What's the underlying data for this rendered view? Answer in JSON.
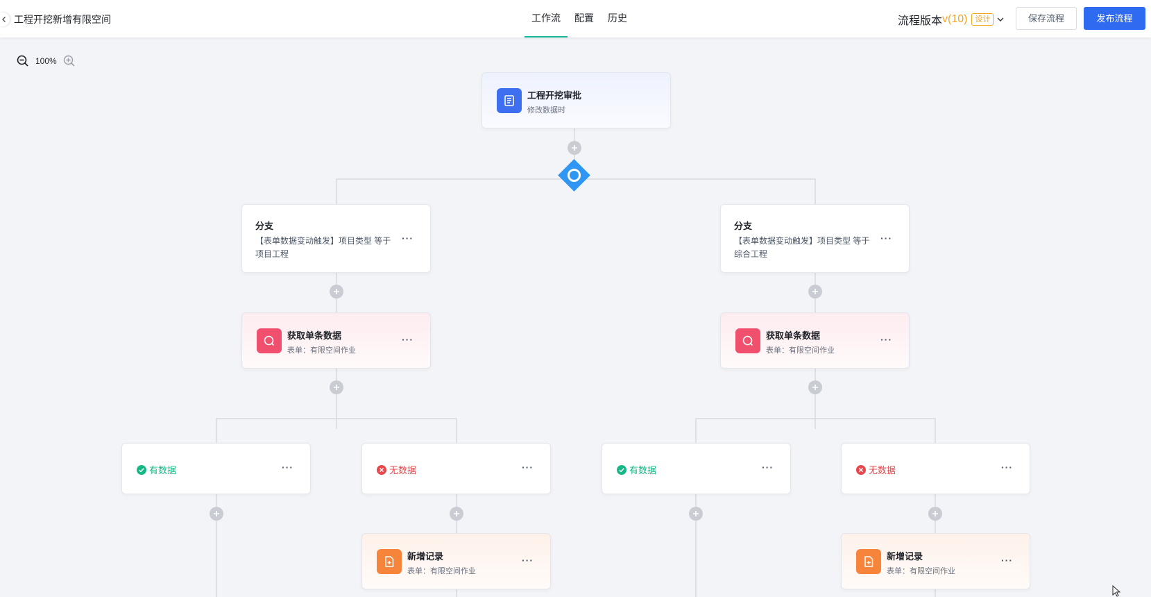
{
  "header": {
    "title": "工程开挖新增有限空间",
    "tabs": [
      {
        "label": "工作流",
        "active": true
      },
      {
        "label": "配置",
        "active": false
      },
      {
        "label": "历史",
        "active": false
      }
    ],
    "version_label": "流程版本",
    "version_number": "v(10)",
    "version_badge": "设计",
    "save_label": "保存流程",
    "publish_label": "发布流程"
  },
  "zoom": {
    "level": "100%"
  },
  "trigger": {
    "title": "工程开挖审批",
    "subtitle": "修改数据时"
  },
  "branches": [
    {
      "title": "分支",
      "condition": "【表单数据变动触发】项目类型   等于   项目工程",
      "fetch": {
        "title": "获取单条数据",
        "subtitle": "表单：有限空间作业"
      },
      "has_data": "有数据",
      "no_data": "无数据",
      "add": {
        "title": "新增记录",
        "subtitle": "表单：有限空间作业"
      }
    },
    {
      "title": "分支",
      "condition": "【表单数据变动触发】项目类型   等于   综合工程",
      "fetch": {
        "title": "获取单条数据",
        "subtitle": "表单：有限空间作业"
      },
      "has_data": "有数据",
      "no_data": "无数据",
      "add": {
        "title": "新增记录",
        "subtitle": "表单：有限空间作业"
      }
    }
  ],
  "more_label": "···",
  "colors": {
    "primary": "#2f6bf0",
    "tab_indicator": "#14b89a",
    "version_accent": "#f5a623",
    "success": "#15b886",
    "danger": "#e5484d",
    "gateway": "#2f96f3"
  }
}
